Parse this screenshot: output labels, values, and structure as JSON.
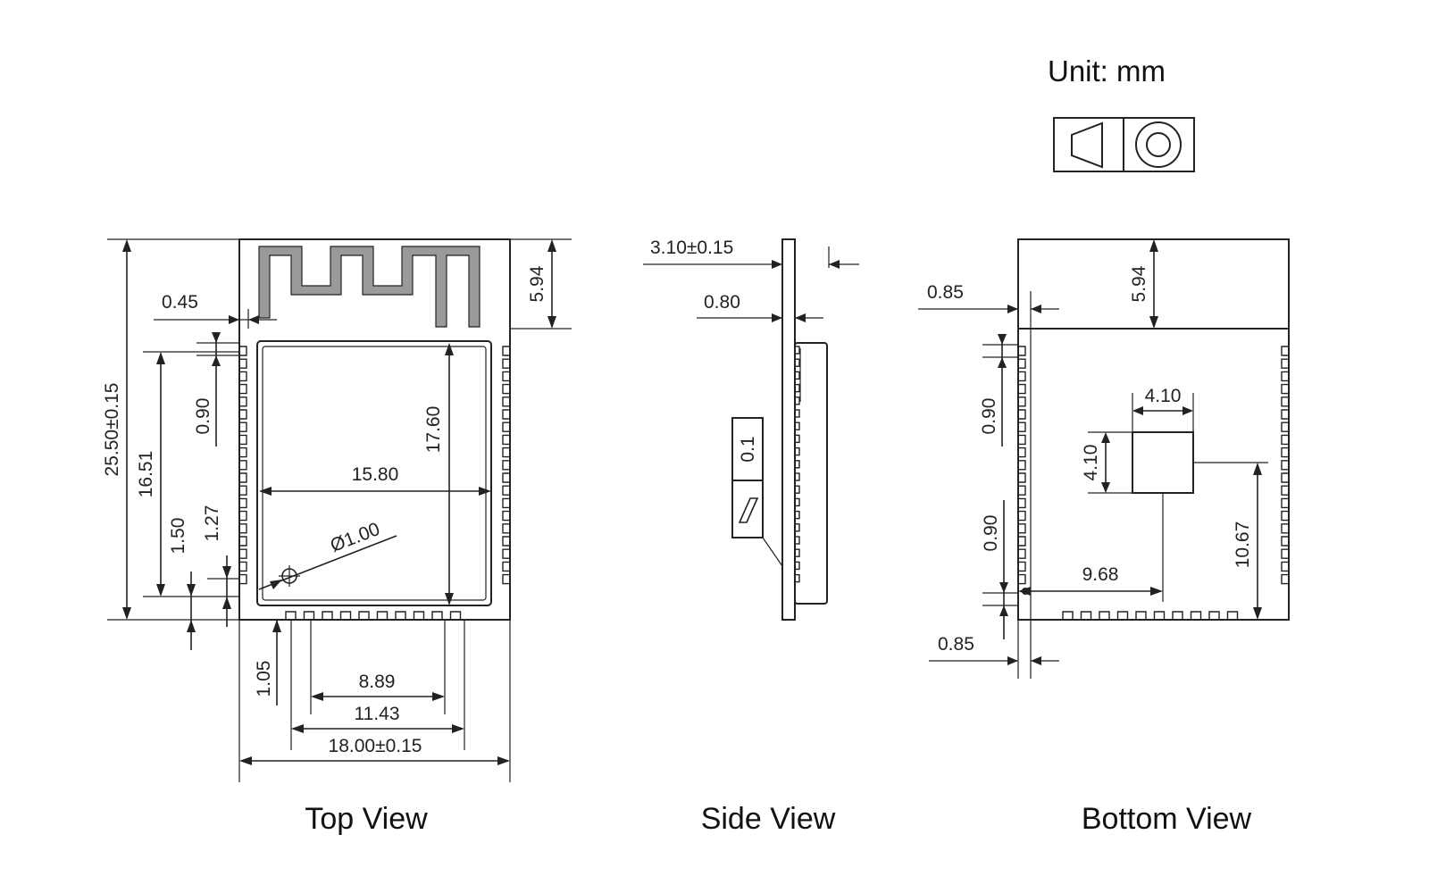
{
  "unit_label": "Unit: mm",
  "views": {
    "top": "Top View",
    "side": "Side View",
    "bottom": "Bottom View"
  },
  "top_dims": {
    "length": "25.50±0.15",
    "width": "18.00±0.15",
    "antenna": "5.94",
    "offset_045": "0.45",
    "pitch": "0.90",
    "pad_span": "16.51",
    "d150": "1.50",
    "d127": "1.27",
    "shield_w": "15.80",
    "shield_h": "17.60",
    "hole": "Ø1.00",
    "d105": "1.05",
    "d889": "8.89",
    "d1143": "11.43"
  },
  "side_dims": {
    "height": "3.10±0.15",
    "pcb": "0.80",
    "flatness": "0.1"
  },
  "bottom_dims": {
    "antenna": "5.94",
    "edge_top": "0.85",
    "edge_bottom": "0.85",
    "pitch1": "0.90",
    "pitch2": "0.90",
    "pad_w": "4.10",
    "pad_h": "4.10",
    "pad_x": "9.68",
    "pad_y": "10.67"
  }
}
